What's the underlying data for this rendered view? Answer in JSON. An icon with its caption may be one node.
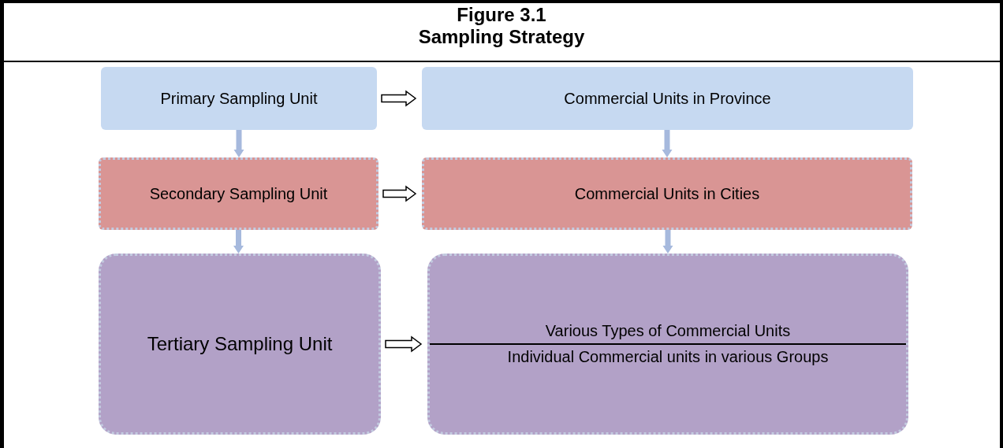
{
  "diagram": {
    "title": "Sampling Strategy",
    "labels": [
      "Figure 3.1"
    ],
    "nodes": [
      {
        "text": [
          "Primary Sampling Unit"
        ]
      },
      {
        "text": [
          "Commercial Units in Province"
        ]
      },
      {
        "text": [
          "Secondary Sampling Unit"
        ]
      },
      {
        "text": [
          "Commercial Units in Cities"
        ]
      },
      {
        "text": [
          "Tertiary Sampling Unit"
        ]
      },
      {
        "text": [
          "Various Types of Commercial Units",
          "Individual Commercial units in various Groups"
        ]
      }
    ],
    "edges": [
      {
        "from": 0,
        "to": 1,
        "arrow": "to",
        "color": "#000000"
      },
      {
        "from": 2,
        "to": 3,
        "arrow": "to",
        "color": "#000000"
      },
      {
        "from": 4,
        "to": 5,
        "arrow": "to",
        "color": "#000000"
      },
      {
        "from": 0,
        "to": 2,
        "arrow": "to"
      },
      {
        "from": 1,
        "to": 3,
        "arrow": "to"
      },
      {
        "from": 2,
        "to": 4,
        "arrow": "to"
      },
      {
        "from": 3,
        "to": 5,
        "arrow": "to"
      }
    ]
  }
}
